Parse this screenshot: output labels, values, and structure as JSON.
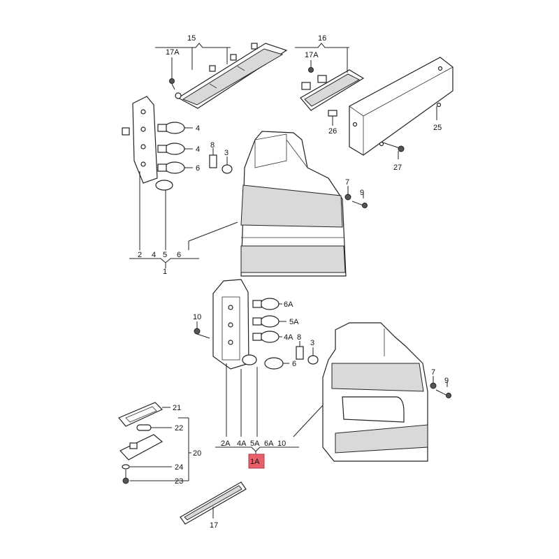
{
  "callouts": {
    "p1": "1",
    "p1a": "1A",
    "p2": "2",
    "p2a": "2A",
    "p3a": "3",
    "p3b": "3",
    "p4": "4",
    "p4b": "4",
    "p4c": "4",
    "p4a": "4A",
    "p4a2": "4A",
    "p5": "5",
    "p5a": "5A",
    "p5a2": "5A",
    "p6": "6",
    "p6b": "6",
    "p6c": "6",
    "p6a": "6A",
    "p6a2": "6A",
    "p7a": "7",
    "p7b": "7",
    "p8a": "8",
    "p8b": "8",
    "p9a": "9",
    "p9b": "9",
    "p10a": "10",
    "p10b": "10",
    "p15": "15",
    "p16": "16",
    "p17": "17",
    "p17a1": "17A",
    "p17a2": "17A",
    "p20": "20",
    "p21": "21",
    "p22": "22",
    "p23": "23",
    "p24": "24",
    "p25": "25",
    "p26": "26",
    "p27": "27"
  },
  "colors": {
    "highlight": "#e8606a",
    "line": "#222222"
  }
}
